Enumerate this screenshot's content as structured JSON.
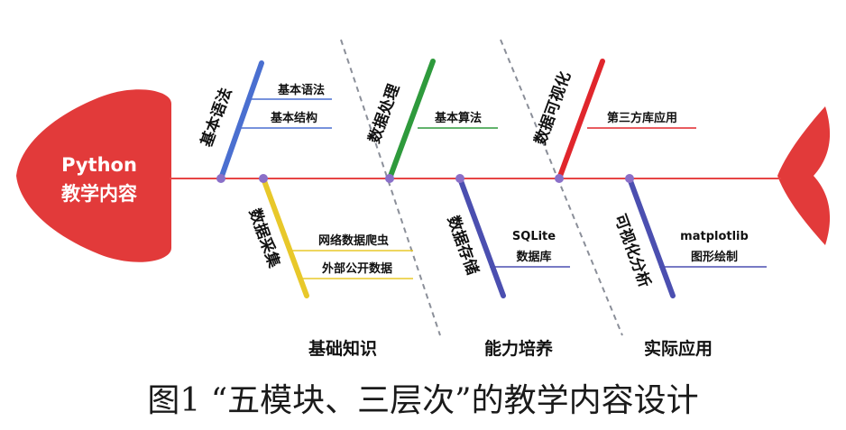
{
  "head": {
    "line1": "Python",
    "line2": "教学内容"
  },
  "colors": {
    "spine": "#e64545",
    "head": "#e23a3a",
    "tail": "#e23a3a",
    "dashed": "#8b8f99",
    "basic_syntax": "#4a6fd0",
    "data_processing": "#2e9a3c",
    "data_visualization": "#e0262c",
    "data_collection": "#e8c82a",
    "data_storage": "#4b4fb0",
    "visual_analysis": "#4b4fb0",
    "node": "#8a6fc8"
  },
  "branches": {
    "basic_syntax": {
      "label": "基本语法",
      "items": [
        "基本语法",
        "基本结构"
      ]
    },
    "data_processing": {
      "label": "数据处理",
      "items": [
        "基本算法"
      ]
    },
    "data_visualization": {
      "label": "数据可视化",
      "items": [
        "第三方库应用"
      ]
    },
    "data_collection": {
      "label": "数据采集",
      "items": [
        "网络数据爬虫",
        "外部公开数据"
      ]
    },
    "data_storage": {
      "label": "数据存储",
      "items": [
        "SQLite",
        "数据库"
      ]
    },
    "visual_analysis": {
      "label": "可视化分析",
      "items": [
        "matplotlib",
        "图形绘制"
      ]
    }
  },
  "categories": [
    "基础知识",
    "能力培养",
    "实际应用"
  ],
  "caption": "图1 “五模块、三层次”的教学内容设计"
}
